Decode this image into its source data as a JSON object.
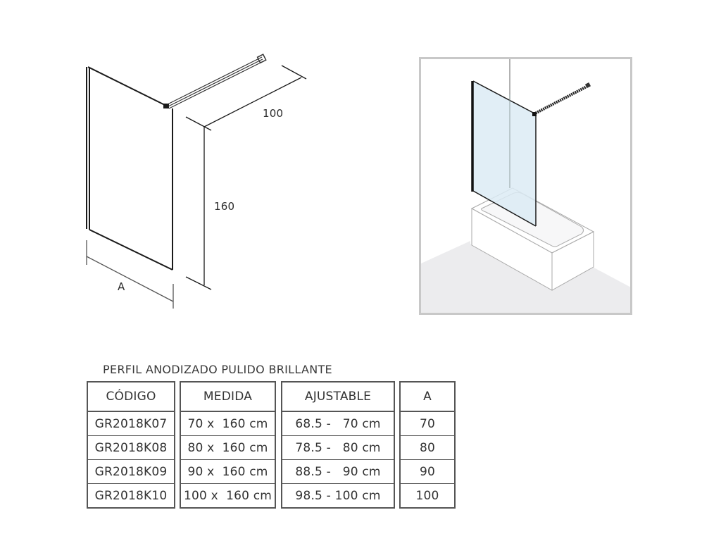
{
  "technical_drawing": {
    "dimension_depth": "100",
    "dimension_height": "160",
    "dimension_width": "A"
  },
  "illustration": {
    "description": "Bath screen panel mounted on bathtub with wall support bar"
  },
  "table": {
    "caption": "PERFIL ANODIZADO PULIDO BRILLANTE",
    "headers": {
      "codigo": "CÓDIGO",
      "medida": "MEDIDA",
      "ajustable": "AJUSTABLE",
      "a": "A"
    },
    "rows": [
      {
        "codigo": "GR2018K07",
        "medida": "70 x  160 cm",
        "ajustable": "68.5 -   70 cm",
        "a": "70"
      },
      {
        "codigo": "GR2018K08",
        "medida": "80 x  160 cm",
        "ajustable": "78.5 -   80 cm",
        "a": "80"
      },
      {
        "codigo": "GR2018K09",
        "medida": "90 x  160 cm",
        "ajustable": "88.5 -   90 cm",
        "a": "90"
      },
      {
        "codigo": "GR2018K10",
        "medida": "100 x  160 cm",
        "ajustable": "98.5 - 100 cm",
        "a": "100"
      }
    ]
  },
  "colors": {
    "line": "#1a1a1a",
    "glass": "#dcebf5",
    "floor": "#ececee",
    "frame_border": "#c8c8c8",
    "table_border": "#555555"
  }
}
